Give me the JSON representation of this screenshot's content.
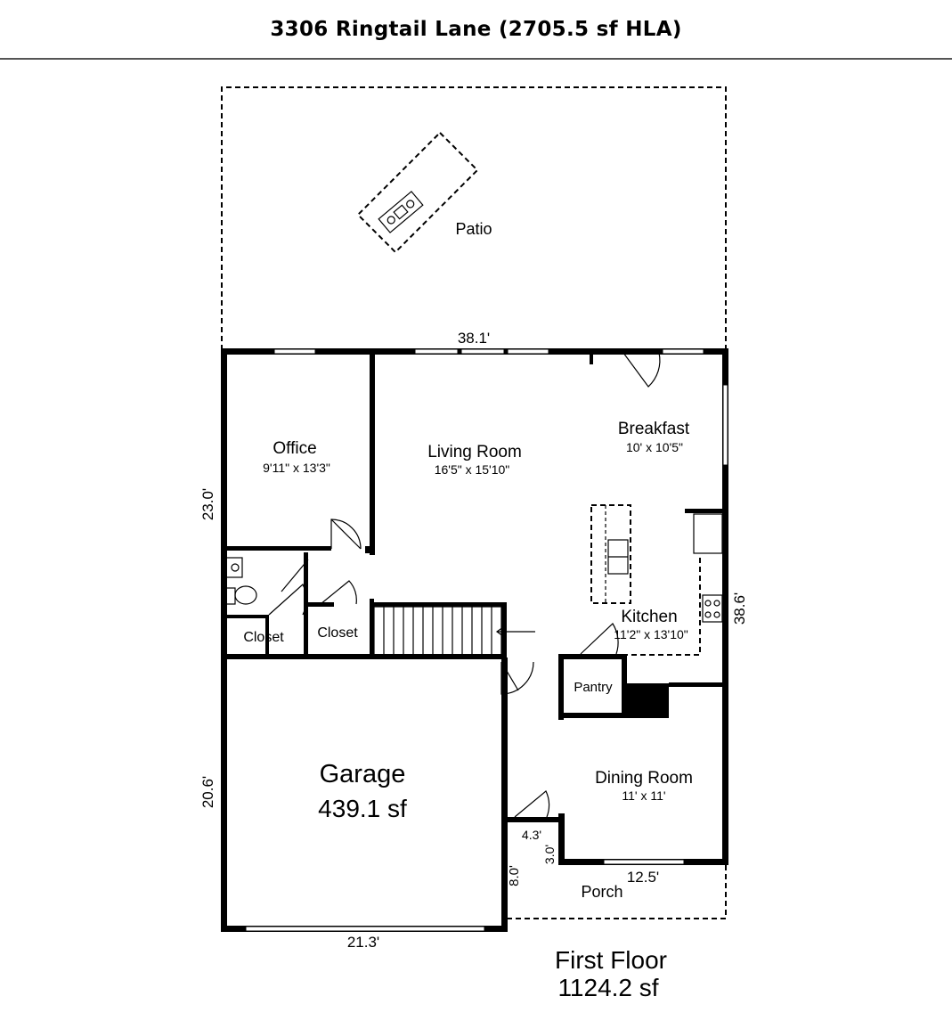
{
  "title": "3306 Ringtail Lane (2705.5 sf HLA)",
  "floor": {
    "name": "First Floor",
    "area": "1124.2 sf"
  },
  "rooms": {
    "patio": {
      "name": "Patio"
    },
    "office": {
      "name": "Office",
      "dims": "9'11\" x 13'3\""
    },
    "living_room": {
      "name": "Living Room",
      "dims": "16'5\" x 15'10\""
    },
    "breakfast": {
      "name": "Breakfast",
      "dims": "10' x 10'5\""
    },
    "kitchen": {
      "name": "Kitchen",
      "dims": "11'2\" x 13'10\""
    },
    "closet_1": {
      "name": "Closet"
    },
    "closet_2": {
      "name": "Closet"
    },
    "pantry": {
      "name": "Pantry"
    },
    "garage": {
      "name": "Garage",
      "area": "439.1 sf"
    },
    "dining_room": {
      "name": "Dining Room",
      "dims": "11' x 11'"
    },
    "porch": {
      "name": "Porch"
    }
  },
  "dimensions": {
    "top": "38.1'",
    "left_upper": "23.0'",
    "right": "38.6'",
    "left_lower": "20.6'",
    "bottom_garage": "21.3'",
    "porch_width": "12.5'",
    "porch_depth": "8.0'",
    "entry_width": "4.3'",
    "entry_depth": "3.0'"
  }
}
